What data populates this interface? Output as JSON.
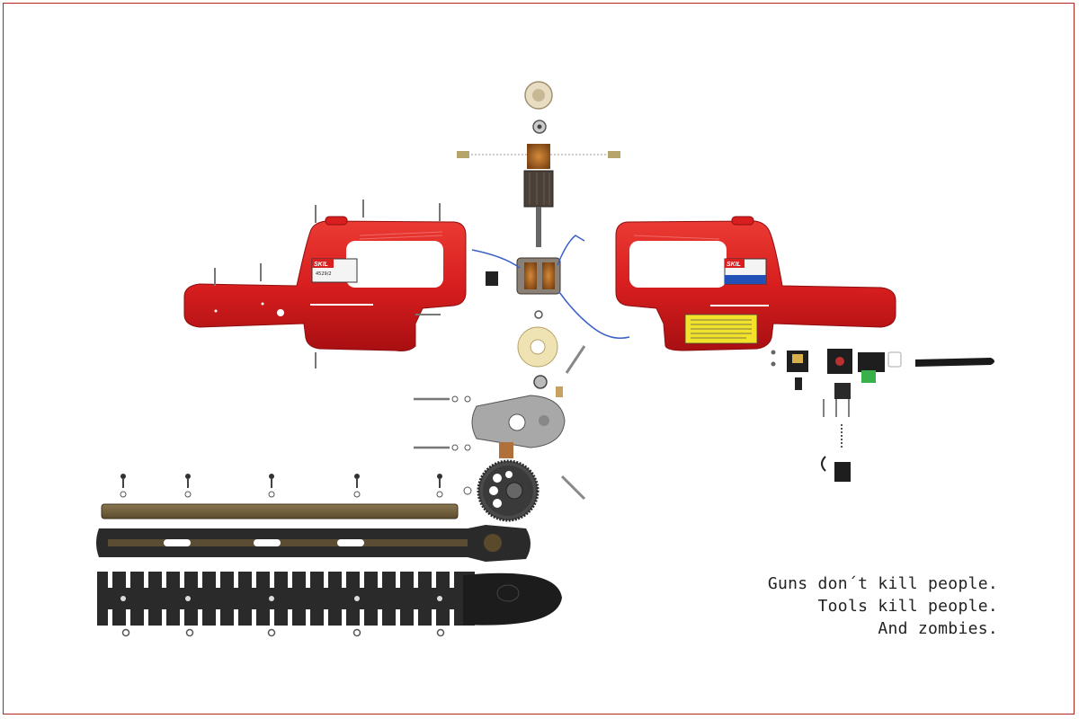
{
  "poster": {
    "tagline_lines": [
      "Guns don´t kill people.",
      "Tools kill people.",
      "And zombies."
    ]
  },
  "brand": {
    "left_label": "SKIL",
    "right_label": "SKIL",
    "left_model": "4529/2"
  },
  "colors": {
    "frame": "#b5241f",
    "housing_red": "#d81e1e",
    "blade_dark": "#2a2a2a",
    "blade_bronze": "#6b5a38",
    "warning_yellow": "#f2e22a",
    "label_blue": "#2451b8"
  }
}
